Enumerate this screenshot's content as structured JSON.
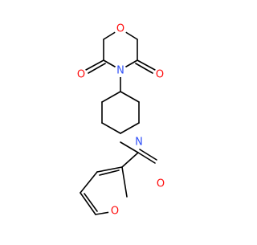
{
  "molecule": {
    "atoms": {
      "ring_oxygen": "O",
      "imide_nitrogen": "N",
      "carbonyl_oxygen_left": "O",
      "carbonyl_oxygen_right": "O",
      "piperidine_nitrogen": "N",
      "amide_oxygen": "O",
      "furan_oxygen": "O"
    },
    "colors": {
      "oxygen": "#ff0d0d",
      "nitrogen": "#3050f8",
      "bond": "#000000",
      "background": "#ffffff"
    }
  }
}
